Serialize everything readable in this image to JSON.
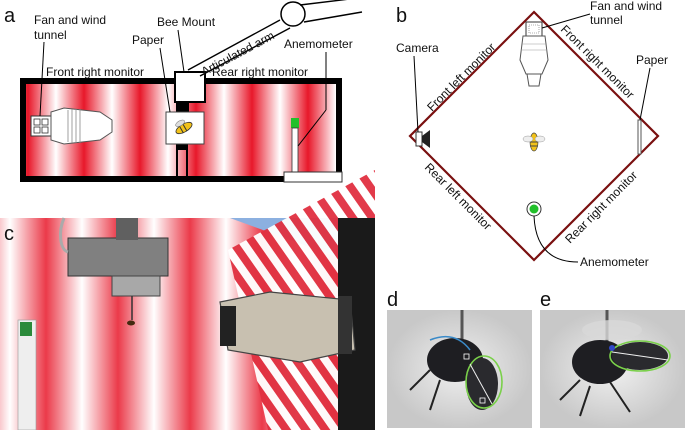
{
  "panels": {
    "a": {
      "letter": "a",
      "labels": {
        "fan_line1": "Fan and wind",
        "fan_line2": "tunnel",
        "bee_mount": "Bee Mount",
        "paper": "Paper",
        "arm": "Articulated arm",
        "anemometer": "Anemometer",
        "front_right": "Front right monitor",
        "rear_right": "Rear right monitor"
      }
    },
    "b": {
      "letter": "b",
      "labels": {
        "fan_line1": "Fan and wind",
        "fan_line2": "tunnel",
        "camera": "Camera",
        "paper": "Paper",
        "front_left": "Front left monitor",
        "front_right": "Front right monitor",
        "rear_left": "Rear left monitor",
        "rear_right": "Rear right monitor",
        "anemometer": "Anemometer"
      }
    },
    "c": {
      "letter": "c"
    },
    "d": {
      "letter": "d"
    },
    "e": {
      "letter": "e"
    }
  },
  "colors": {
    "stripe_red": "#e8182a",
    "enclosure_brown": "#7a1010",
    "anemometer_green": "#22c02a",
    "bee_yellow": "#f2c21a",
    "sky_blue": "#8cb0e0"
  },
  "icons": [
    "fan-icon",
    "camera-icon",
    "bee-icon",
    "anemometer-icon",
    "articulated-arm-icon"
  ]
}
